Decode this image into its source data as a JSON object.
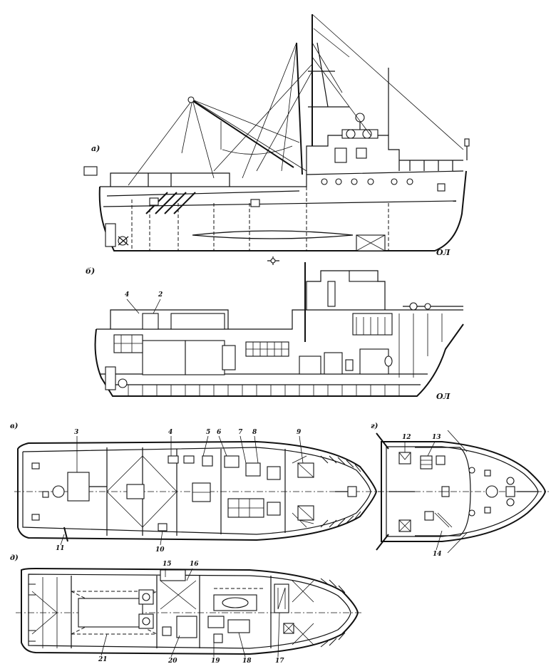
{
  "views": {
    "a": "a)",
    "b": "б)",
    "v": "в)",
    "g": "г)",
    "d": "д)"
  },
  "baseline_label": "ОЛ",
  "callouts": {
    "c1": "4",
    "c2": "2",
    "c3": "3",
    "c4": "4",
    "c5": "5",
    "c6": "6",
    "c7": "7",
    "c8": "8",
    "c9": "9",
    "c10": "10",
    "c11": "11",
    "c12": "12",
    "c13": "13",
    "c14": "14",
    "c15": "15",
    "c16": "16",
    "c17": "17",
    "c18": "18",
    "c19": "19",
    "c20": "20",
    "c21": "21"
  }
}
